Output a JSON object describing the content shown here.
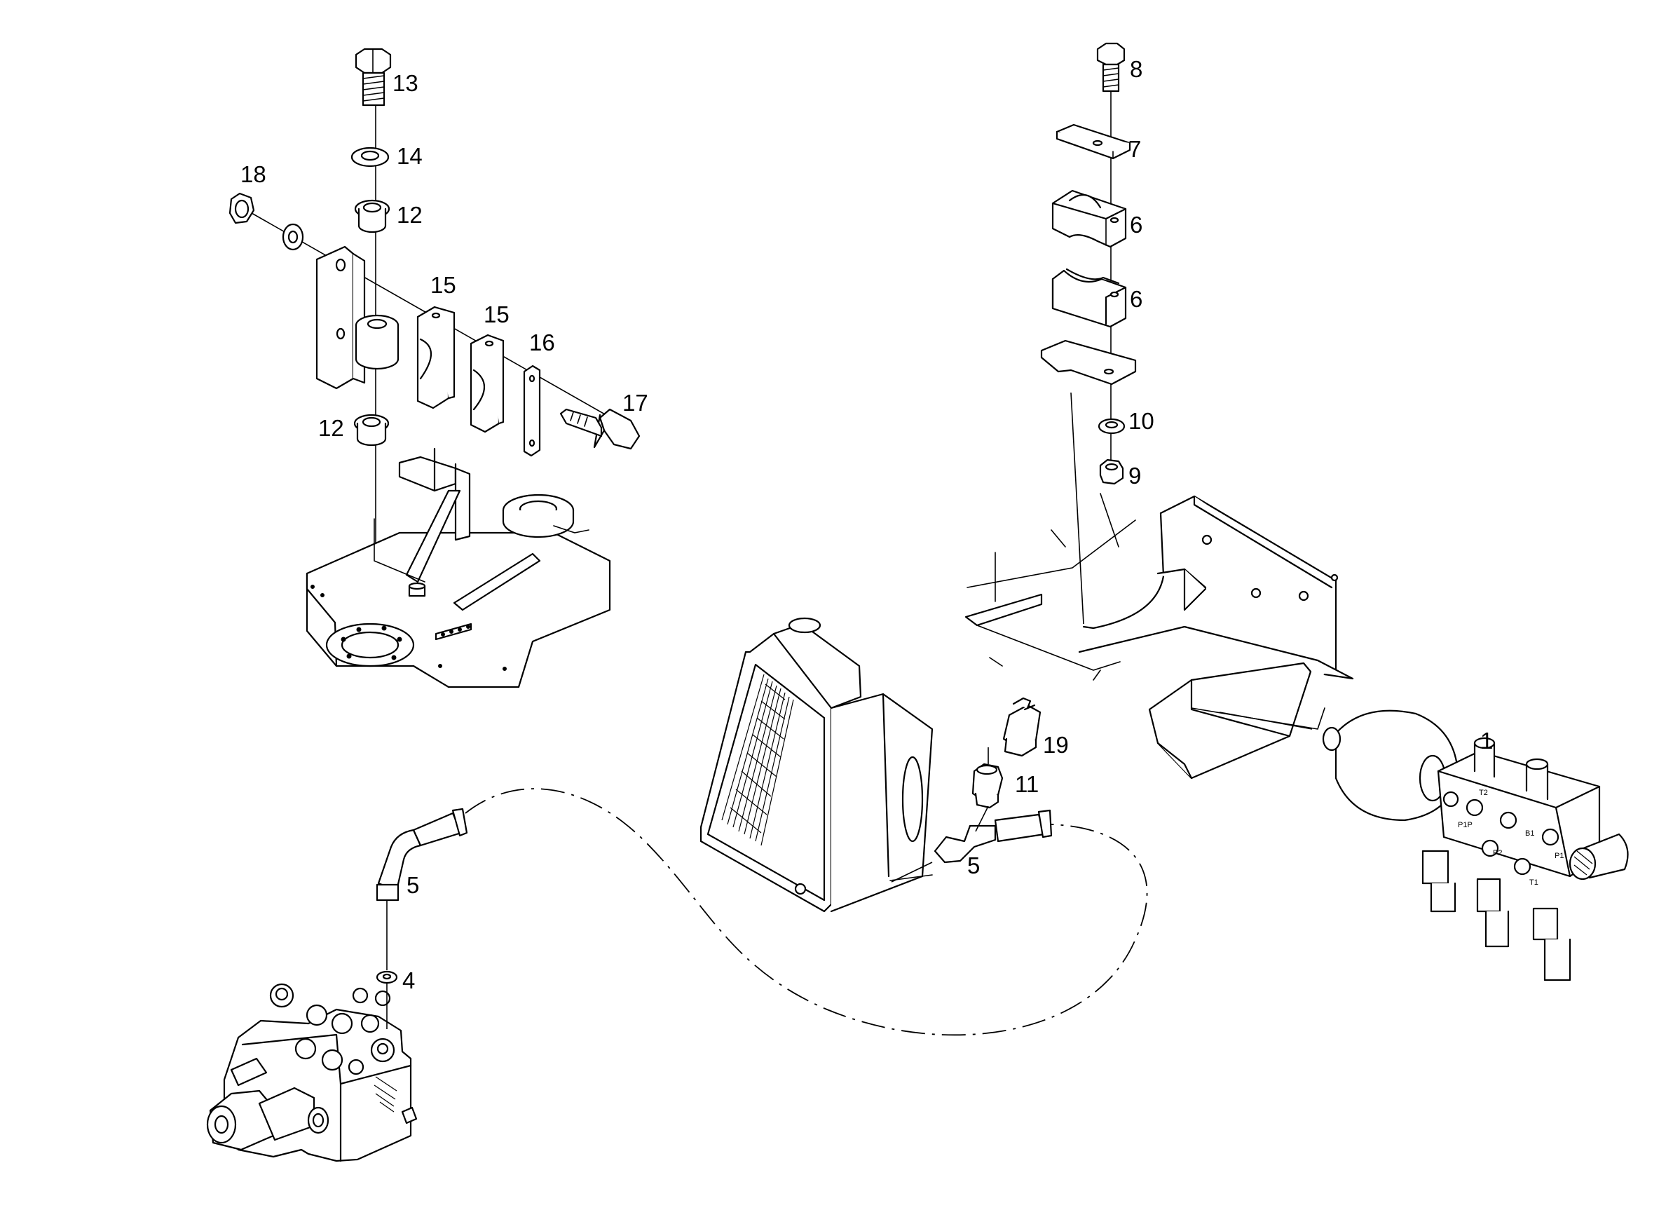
{
  "diagram": {
    "type": "exploded-parts-view",
    "callouts": [
      {
        "id": "c13",
        "text": "13"
      },
      {
        "id": "c14",
        "text": "14"
      },
      {
        "id": "c18",
        "text": "18"
      },
      {
        "id": "c12a",
        "text": "12"
      },
      {
        "id": "c15a",
        "text": "15"
      },
      {
        "id": "c15b",
        "text": "15"
      },
      {
        "id": "c16",
        "text": "16"
      },
      {
        "id": "c17",
        "text": "17"
      },
      {
        "id": "c12b",
        "text": "12"
      },
      {
        "id": "c8",
        "text": "8"
      },
      {
        "id": "c7",
        "text": "7"
      },
      {
        "id": "c6a",
        "text": "6"
      },
      {
        "id": "c6b",
        "text": "6"
      },
      {
        "id": "c10",
        "text": "10"
      },
      {
        "id": "c9",
        "text": "9"
      },
      {
        "id": "c1",
        "text": "1"
      },
      {
        "id": "c19",
        "text": "19"
      },
      {
        "id": "c11",
        "text": "11"
      },
      {
        "id": "c5a",
        "text": "5"
      },
      {
        "id": "c5b",
        "text": "5"
      },
      {
        "id": "c4",
        "text": "4"
      }
    ],
    "port_labels": [
      "P1P",
      "T2",
      "P2",
      "B1",
      "P1",
      "T1"
    ]
  }
}
